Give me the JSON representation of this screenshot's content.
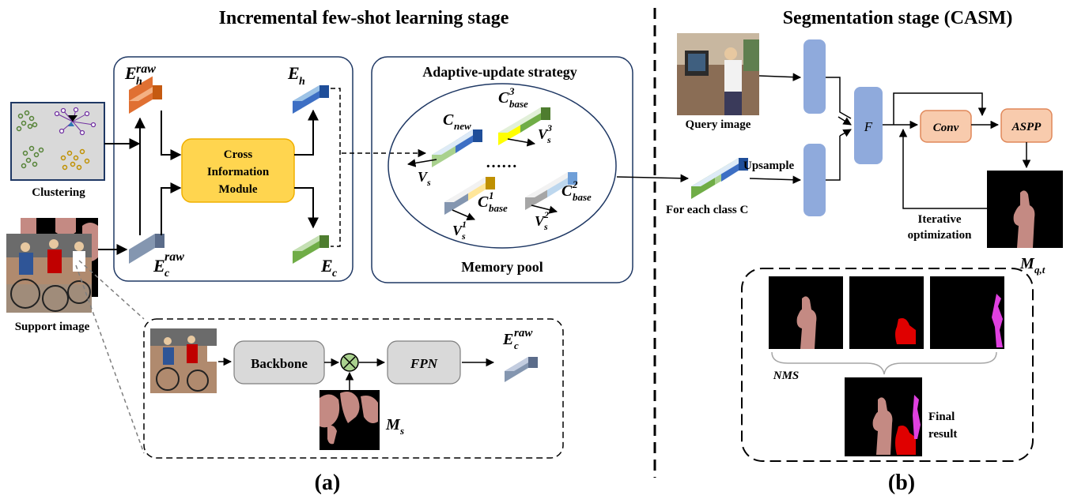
{
  "titles": {
    "left": "Incremental few-shot learning stage",
    "right": "Segmentation stage (CASM)"
  },
  "labels": {
    "clustering": "Clustering",
    "support_image": "Support image",
    "cross_info": [
      "Cross",
      "Information",
      "Module"
    ],
    "adaptive_update": "Adaptive-update strategy",
    "memory_pool": "Memory pool",
    "ellipsis": "……",
    "backbone": "Backbone",
    "fpn": "FPN",
    "query_image": "Query image",
    "upsample": "Upsample",
    "for_each_class": "For each class C",
    "F": "F",
    "conv": "Conv",
    "aspp": "ASPP",
    "iterative": [
      "Iterative",
      "optimization"
    ],
    "nms": "NMS",
    "final_result": [
      "Final",
      "result"
    ],
    "panel_a": "(a)",
    "panel_b": "(b)"
  },
  "symbols": {
    "E_h_raw": {
      "base": "E",
      "sub": "h",
      "sup": "raw"
    },
    "E_h": {
      "base": "E",
      "sub": "h"
    },
    "E_c_raw": {
      "base": "E",
      "sub": "c",
      "sup": "raw"
    },
    "E_c": {
      "base": "E",
      "sub": "c"
    },
    "C_new": {
      "base": "C",
      "sub": "new"
    },
    "C_base3": {
      "base": "C",
      "sub": "base",
      "sup": "3"
    },
    "C_base1": {
      "base": "C",
      "sub": "base",
      "sup": "1"
    },
    "C_base2": {
      "base": "C",
      "sub": "base",
      "sup": "2"
    },
    "V_s": {
      "base": "V",
      "sub": "s"
    },
    "V_s3": {
      "base": "V",
      "sub": "s",
      "sup": "3"
    },
    "V_s1": {
      "base": "V",
      "sub": "s",
      "sup": "1"
    },
    "V_s2": {
      "base": "V",
      "sub": "s",
      "sup": "2"
    },
    "M_s": {
      "base": "M",
      "sub": "s"
    },
    "M_qt": {
      "base": "M",
      "sub": "q,t"
    },
    "E_c_raw2": {
      "base": "E",
      "sub": "c",
      "sup": "raw"
    }
  },
  "colors": {
    "e_h_raw": "#e07032",
    "e_h": "#3d6fc4",
    "e_c_raw": "#8496b0",
    "e_c": "#70ad47",
    "cross_info_fill": "#ffd54f",
    "feature_bar": "#8faadc",
    "conv_fill": "#f8cbad",
    "grey_box": "#d9d9d9",
    "mask_pink": "#c48a83",
    "mask_red": "#e00000",
    "mask_magenta": "#e040e0"
  }
}
